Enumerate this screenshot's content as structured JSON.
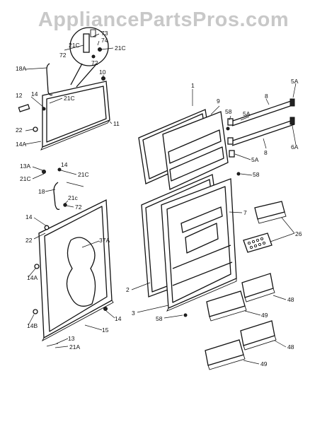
{
  "watermark": "AppliancePartsPros.com",
  "callouts": [
    {
      "id": "c-73",
      "text": "73"
    },
    {
      "id": "c-74",
      "text": "74"
    },
    {
      "id": "c-21c-inset-a",
      "text": "21C"
    },
    {
      "id": "c-21c-inset-b",
      "text": "21C"
    },
    {
      "id": "c-72-inset-a",
      "text": "72"
    },
    {
      "id": "c-72-inset-b",
      "text": "72"
    },
    {
      "id": "c-18a",
      "text": "18A"
    },
    {
      "id": "c-10",
      "text": "10"
    },
    {
      "id": "c-12",
      "text": "12"
    },
    {
      "id": "c-14-a",
      "text": "14"
    },
    {
      "id": "c-21c-a",
      "text": "21C"
    },
    {
      "id": "c-22-a",
      "text": "22"
    },
    {
      "id": "c-14a-a",
      "text": "14A"
    },
    {
      "id": "c-11",
      "text": "11"
    },
    {
      "id": "c-13a",
      "text": "13A"
    },
    {
      "id": "c-14-b",
      "text": "14"
    },
    {
      "id": "c-21c-b",
      "text": "21C"
    },
    {
      "id": "c-21c-c",
      "text": "21C"
    },
    {
      "id": "c-18",
      "text": "18"
    },
    {
      "id": "c-21c-d",
      "text": "21c"
    },
    {
      "id": "c-72",
      "text": "72"
    },
    {
      "id": "c-14-c",
      "text": "14"
    },
    {
      "id": "c-22-b",
      "text": "22"
    },
    {
      "id": "c-37a",
      "text": "37A"
    },
    {
      "id": "c-14a-b",
      "text": "14A"
    },
    {
      "id": "c-14b",
      "text": "14B"
    },
    {
      "id": "c-14-d",
      "text": "14"
    },
    {
      "id": "c-15",
      "text": "15"
    },
    {
      "id": "c-13",
      "text": "13"
    },
    {
      "id": "c-21a",
      "text": "21A"
    },
    {
      "id": "c-1",
      "text": "1"
    },
    {
      "id": "c-9",
      "text": "9"
    },
    {
      "id": "c-58-a",
      "text": "58"
    },
    {
      "id": "c-8-a",
      "text": "8"
    },
    {
      "id": "c-5a-a",
      "text": "5A"
    },
    {
      "id": "c-5a-b",
      "text": "5A"
    },
    {
      "id": "c-8-b",
      "text": "8"
    },
    {
      "id": "c-6a",
      "text": "6A"
    },
    {
      "id": "c-5a-c",
      "text": "5A"
    },
    {
      "id": "c-58-b",
      "text": "58"
    },
    {
      "id": "c-7",
      "text": "7"
    },
    {
      "id": "c-26",
      "text": "26"
    },
    {
      "id": "c-2",
      "text": "2"
    },
    {
      "id": "c-3",
      "text": "3"
    },
    {
      "id": "c-58-c",
      "text": "58"
    },
    {
      "id": "c-48-a",
      "text": "48"
    },
    {
      "id": "c-49-a",
      "text": "49"
    },
    {
      "id": "c-48-b",
      "text": "48"
    },
    {
      "id": "c-49-b",
      "text": "49"
    }
  ]
}
